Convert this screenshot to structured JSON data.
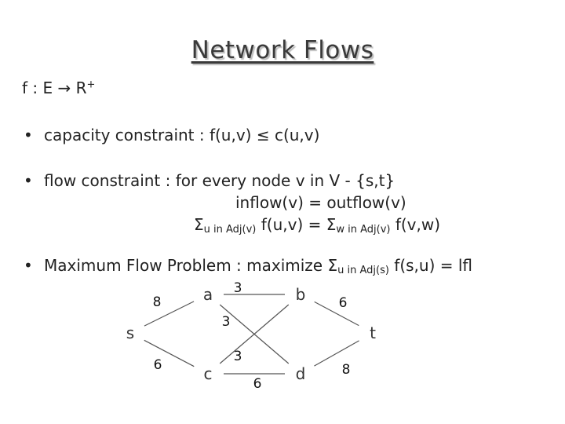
{
  "title": "Network Flows",
  "definition": "f : E → R",
  "definition_sup": "+",
  "bullets": {
    "capacity": "capacity constraint : f(u,v) ≤ c(u,v)",
    "flow": "flow constraint : for every node v in V - {s,t}",
    "flow_eq1": "inflow(v) = outflow(v)",
    "flow_eq2_a": "Σ",
    "flow_eq2_sub1": "u in Adj(v)",
    "flow_eq2_b": " f(u,v) = Σ",
    "flow_eq2_sub2": "w in Adj(v)",
    "flow_eq2_c": " f(v,w)",
    "maxflow_a": "Maximum Flow Problem : maximize Σ",
    "maxflow_sub": "u in Adj(s)",
    "maxflow_b": " f(s,u) = lfl"
  },
  "graph": {
    "nodes": [
      {
        "id": "s",
        "label": "s"
      },
      {
        "id": "a",
        "label": "a"
      },
      {
        "id": "b",
        "label": "b"
      },
      {
        "id": "c",
        "label": "c"
      },
      {
        "id": "d",
        "label": "d"
      },
      {
        "id": "t",
        "label": "t"
      }
    ],
    "edges": [
      {
        "from": "s",
        "to": "a",
        "label": "8"
      },
      {
        "from": "a",
        "to": "b",
        "label": "3"
      },
      {
        "from": "a",
        "to": "d",
        "label": "3"
      },
      {
        "from": "c",
        "to": "b",
        "label": "3"
      },
      {
        "from": "s",
        "to": "c",
        "label": "6"
      },
      {
        "from": "c",
        "to": "d",
        "label": "6"
      },
      {
        "from": "b",
        "to": "t",
        "label": "6"
      },
      {
        "from": "d",
        "to": "t",
        "label": "8"
      }
    ]
  }
}
